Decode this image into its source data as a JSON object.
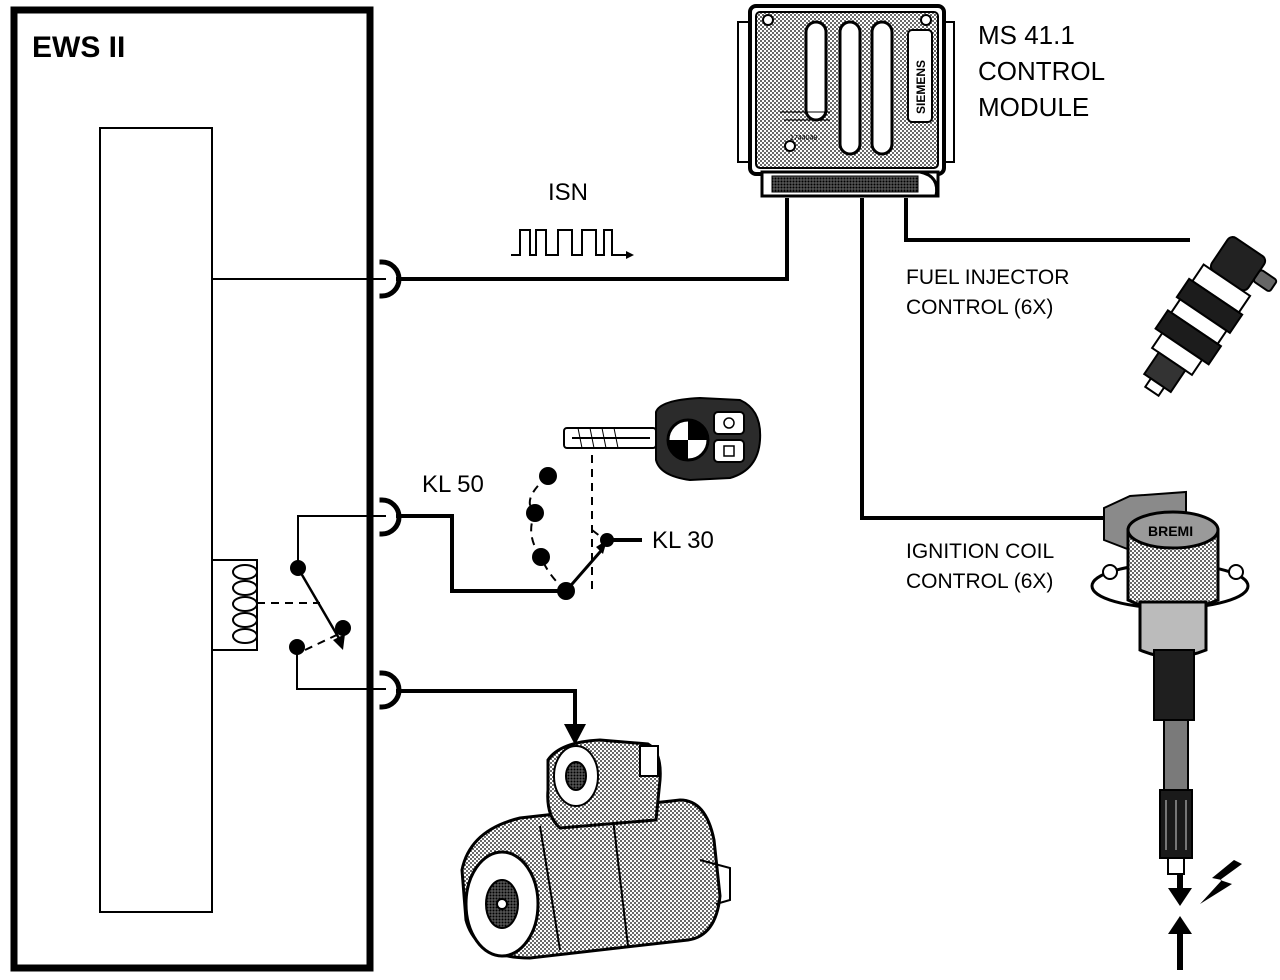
{
  "ews": {
    "title": "EWS II"
  },
  "control_module": {
    "label_lines": [
      "MS 41.1",
      "CONTROL",
      "MODULE"
    ],
    "brand": "SIEMENS",
    "part_number": "1744048"
  },
  "signals": {
    "isn": "ISN",
    "kl50": "KL 50",
    "kl30": "KL 30"
  },
  "fuel_injector": {
    "label_lines": [
      "FUEL INJECTOR",
      "CONTROL (6X)"
    ]
  },
  "ignition_coil": {
    "label_lines": [
      "IGNITION COIL",
      "CONTROL (6X)"
    ],
    "brand": "BREMI"
  },
  "colors": {
    "line": "#000000",
    "background": "#ffffff",
    "shading": "#9a9a9a"
  }
}
